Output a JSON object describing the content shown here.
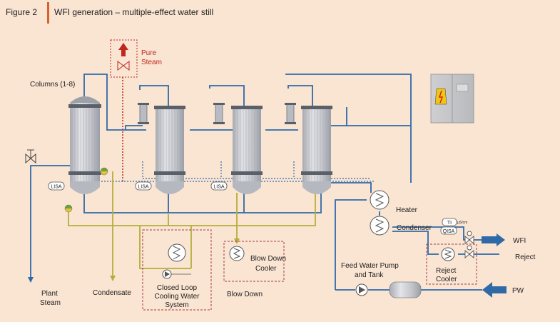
{
  "figure_label": "Figure 2",
  "title": "WFI generation – multiple-effect water still",
  "labels": {
    "pure_steam_1": "Pure",
    "pure_steam_2": "Steam",
    "columns": "Columns (1-8)",
    "lisa": "LISA",
    "heater": "Heater",
    "condenser": "Condenser",
    "ti": "TI",
    "qisa": "QISA",
    "micro_s_cm": "µS/cm",
    "wfi": "WFI",
    "reject": "Reject",
    "reject_cooler_1": "Reject",
    "reject_cooler_2": "Cooler",
    "feed_pump_1": "Feed Water Pump",
    "feed_pump_2": "and Tank",
    "pw": "PW",
    "plant_steam_1": "Plant",
    "plant_steam_2": "Steam",
    "condensate": "Condensate",
    "closed_loop_1": "Closed Loop",
    "closed_loop_2": "Cooling Water",
    "closed_loop_3": "System",
    "blow_down_cooler_1": "Blow Down",
    "blow_down_cooler_2": "Cooler",
    "blow_down": "Blow Down"
  },
  "colors": {
    "background": "#fae4d2",
    "title_accent": "#d9622b",
    "water_line": "#2f6aa8",
    "condensate_line": "#b4ae3a",
    "steam_red": "#c0271e",
    "dashed_box": "#a83a4a",
    "vessel_grey": "#c8c8cc",
    "flange_dark": "#5a5f68"
  },
  "icons": {
    "pure_steam": "arrow-up-icon",
    "electrical_panel": "lightning-warning-icon",
    "valve": "valve-icon",
    "pump": "pump-icon",
    "heat_exchanger": "coil-heat-exchanger-icon"
  }
}
